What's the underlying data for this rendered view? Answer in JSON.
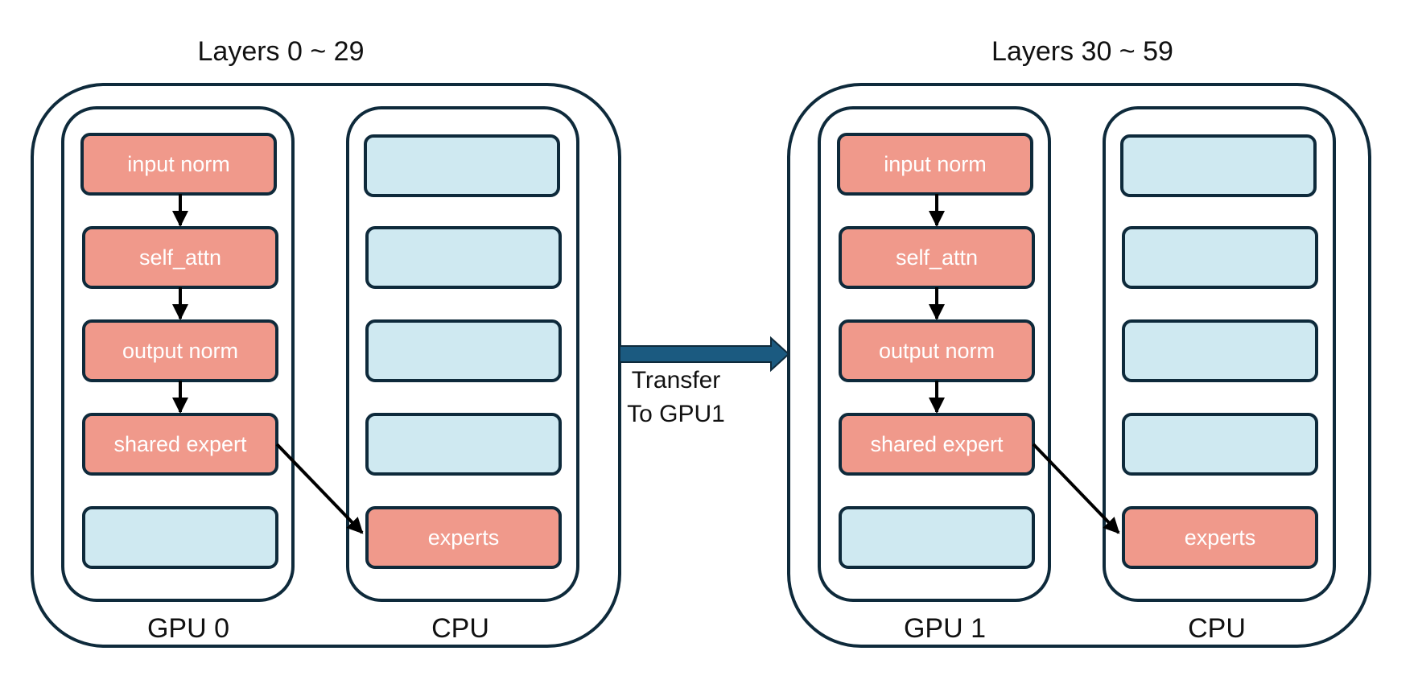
{
  "colors": {
    "outline": "#0e2a3b",
    "active_block": "#f0998b",
    "idle_block": "#cfe9f1",
    "transfer_arrow": "#1b5a80",
    "arrow": "#000000"
  },
  "groups": [
    {
      "title": "Layers 0 ~ 29",
      "gpu": {
        "label": "GPU 0",
        "blocks": [
          {
            "label": "input norm",
            "state": "active"
          },
          {
            "label": "self_attn",
            "state": "active"
          },
          {
            "label": "output norm",
            "state": "active"
          },
          {
            "label": "shared expert",
            "state": "active"
          },
          {
            "label": "",
            "state": "idle"
          }
        ]
      },
      "cpu": {
        "label": "CPU",
        "blocks": [
          {
            "label": "",
            "state": "idle"
          },
          {
            "label": "",
            "state": "idle"
          },
          {
            "label": "",
            "state": "idle"
          },
          {
            "label": "",
            "state": "idle"
          },
          {
            "label": "experts",
            "state": "active"
          }
        ]
      }
    },
    {
      "title": "Layers 30 ~ 59",
      "gpu": {
        "label": "GPU 1",
        "blocks": [
          {
            "label": "input norm",
            "state": "active"
          },
          {
            "label": "self_attn",
            "state": "active"
          },
          {
            "label": "output norm",
            "state": "active"
          },
          {
            "label": "shared expert",
            "state": "active"
          },
          {
            "label": "",
            "state": "idle"
          }
        ]
      },
      "cpu": {
        "label": "CPU",
        "blocks": [
          {
            "label": "",
            "state": "idle"
          },
          {
            "label": "",
            "state": "idle"
          },
          {
            "label": "",
            "state": "idle"
          },
          {
            "label": "",
            "state": "idle"
          },
          {
            "label": "experts",
            "state": "active"
          }
        ]
      }
    }
  ],
  "transfer": {
    "line1": "Transfer",
    "line2": "To GPU1"
  }
}
